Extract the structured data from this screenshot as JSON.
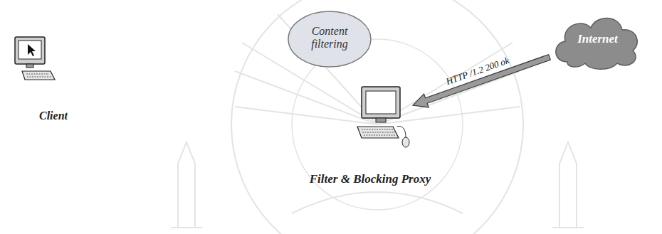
{
  "diagram": {
    "nodes": [
      {
        "text": [
          "Client"
        ]
      },
      {
        "text": [
          "Content filtering"
        ]
      },
      {
        "text": [
          "Filter & Blocking Proxy"
        ]
      },
      {
        "text": [
          "Internet"
        ]
      }
    ],
    "edges": [
      {
        "from": 3,
        "to": 2,
        "arrow": "to",
        "label": "HTTP /1.2 200 ok"
      }
    ]
  }
}
